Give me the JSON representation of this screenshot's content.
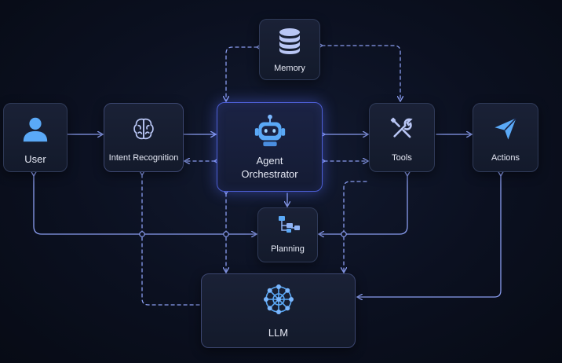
{
  "nodes": {
    "user": {
      "label": "User",
      "icon": "user-icon"
    },
    "intent": {
      "label": "Intent Recognition",
      "icon": "brain-icon"
    },
    "orchestrator": {
      "label_line1": "Agent",
      "label_line2": "Orchestrator",
      "icon": "robot-icon"
    },
    "memory": {
      "label": "Memory",
      "icon": "database-icon"
    },
    "tools": {
      "label": "Tools",
      "icon": "wrench-screwdriver-icon"
    },
    "actions": {
      "label": "Actions",
      "icon": "paper-plane-icon"
    },
    "planning": {
      "label": "Planning",
      "icon": "flowchart-icon"
    },
    "llm": {
      "label": "LLM",
      "icon": "network-icon"
    }
  },
  "colors": {
    "accent": "#5b7cff",
    "icon_blue": "#5aa9f7",
    "connector": "#8a9df0",
    "background": "#0b1020"
  }
}
